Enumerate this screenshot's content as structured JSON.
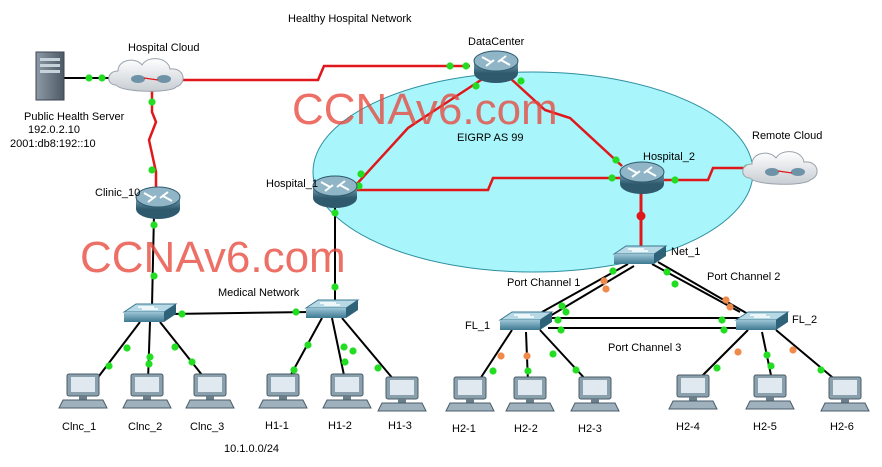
{
  "title": "Healthy Hospital Network",
  "annotations": {
    "eigrp": "EIGRP AS 99",
    "medical_network": "Medical Network",
    "port_channel_1": "Port Channel 1",
    "port_channel_2": "Port Channel 2",
    "port_channel_3": "Port Channel 3",
    "subnet": "10.1.0.0/24"
  },
  "watermark": "CCNAv6.com",
  "server": {
    "name": "Public Health Server",
    "ipv4": "192.0.2.10",
    "ipv6": "2001:db8:192::10"
  },
  "devices": {
    "hospital_cloud": "Hospital Cloud",
    "remote_cloud": "Remote Cloud",
    "datacenter": "DataCenter",
    "hospital_1": "Hospital_1",
    "hospital_2": "Hospital_2",
    "clinic_10": "Clinic_10",
    "net_1": "Net_1",
    "fl_1": "FL_1",
    "fl_2": "FL_2"
  },
  "pcs": {
    "clnc_1": "Clnc_1",
    "clnc_2": "Clnc_2",
    "clnc_3": "Clnc_3",
    "h1_1": "H1-1",
    "h1_2": "H1-2",
    "h1_3": "H1-3",
    "h2_1": "H2-1",
    "h2_2": "H2-2",
    "h2_3": "H2-3",
    "h2_4": "H2-4",
    "h2_5": "H2-5",
    "h2_6": "H2-6"
  },
  "colors": {
    "serial_link": "#e0181b",
    "ethernet_link": "#000000",
    "link_up": "#22dd22",
    "link_blocking": "#f08a4b",
    "eigrp_area": "#a8f6fb",
    "router": "#3f6f85",
    "switch": "#4f8fa6"
  }
}
